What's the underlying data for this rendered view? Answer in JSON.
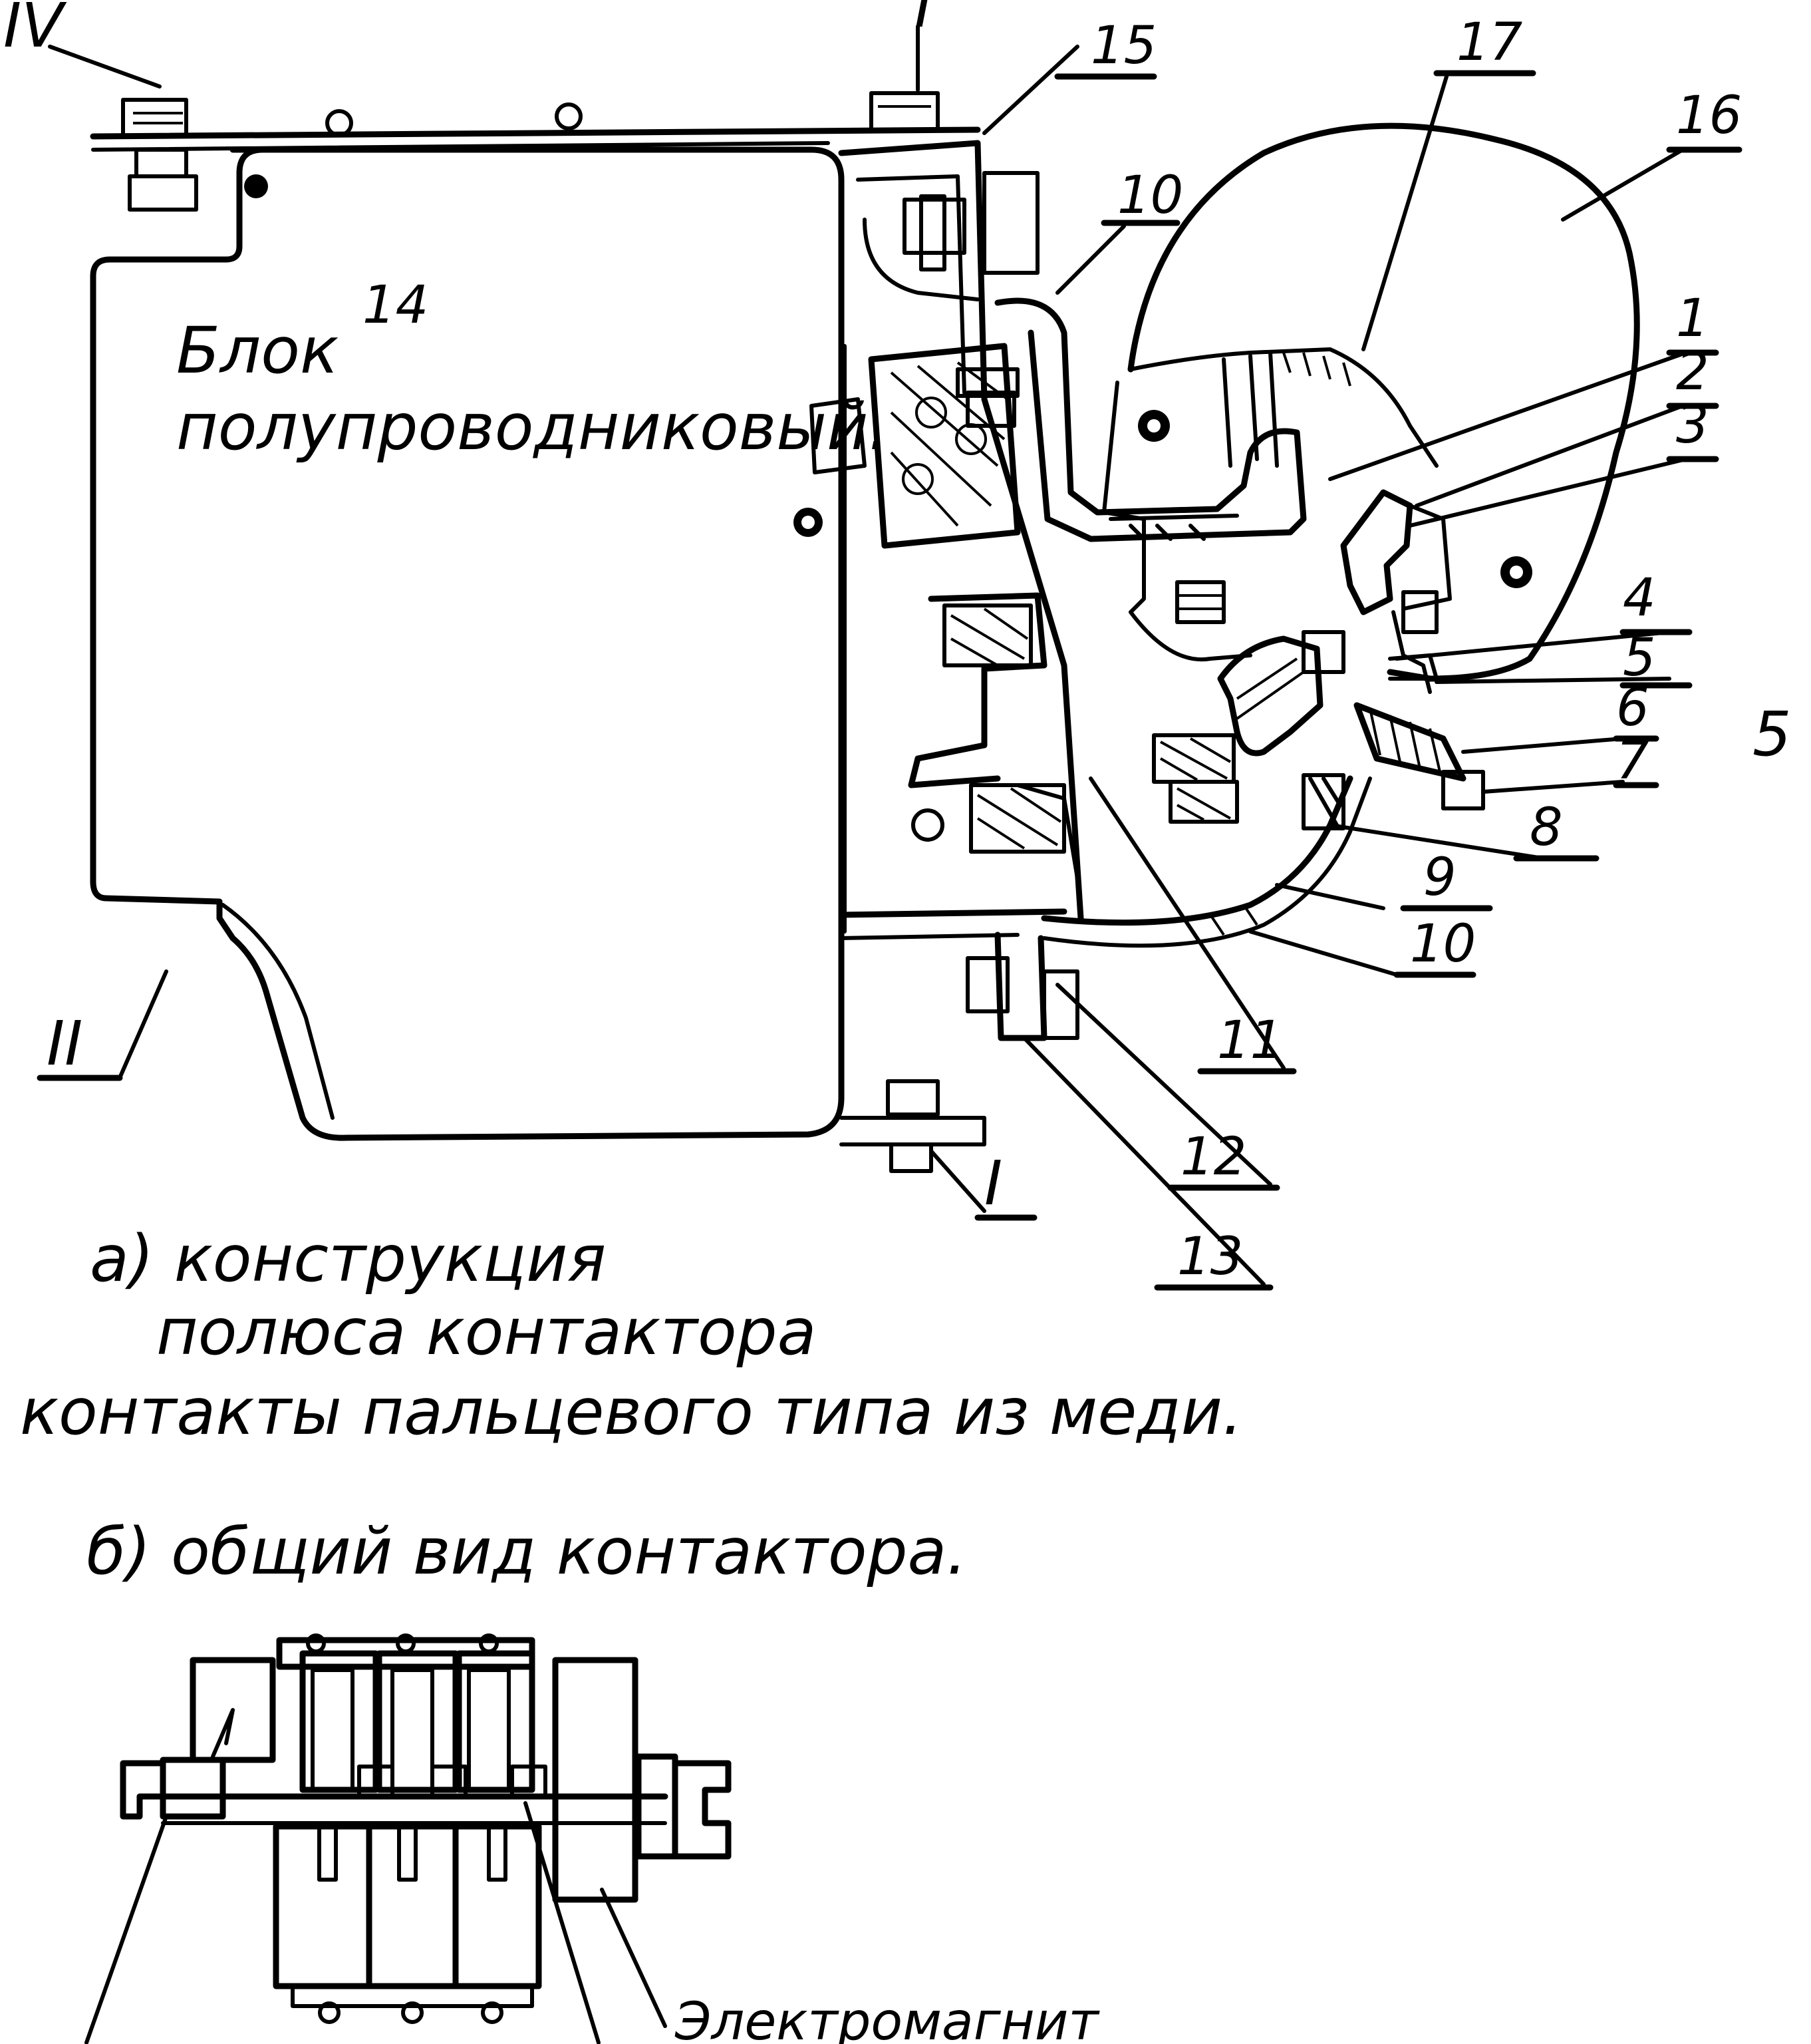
{
  "labels": {
    "roman_IV": "IV",
    "roman_I_top": "I",
    "roman_II": "II",
    "roman_I_bottom": "I",
    "n15": "15",
    "n17": "17",
    "n16": "16",
    "n10_top": "10",
    "n14": "14",
    "n1": "1",
    "n2": "2",
    "n3": "3",
    "n4": "4",
    "n5a": "5",
    "n5b": "5",
    "n6": "6",
    "n7": "7",
    "n8": "8",
    "n9": "9",
    "n10_bottom": "10",
    "n11": "11",
    "n12": "12",
    "n13": "13",
    "block_line1": "Блок",
    "block_line2": "полупроводниковый.",
    "electromagnet": "Электромагнит"
  },
  "captions": {
    "a_line1": "а)  конструкция",
    "a_line2": "полюса контактора",
    "a_line3": "контакты пальцевого типа из меди.",
    "b_line1": "б) общий вид контактора."
  }
}
